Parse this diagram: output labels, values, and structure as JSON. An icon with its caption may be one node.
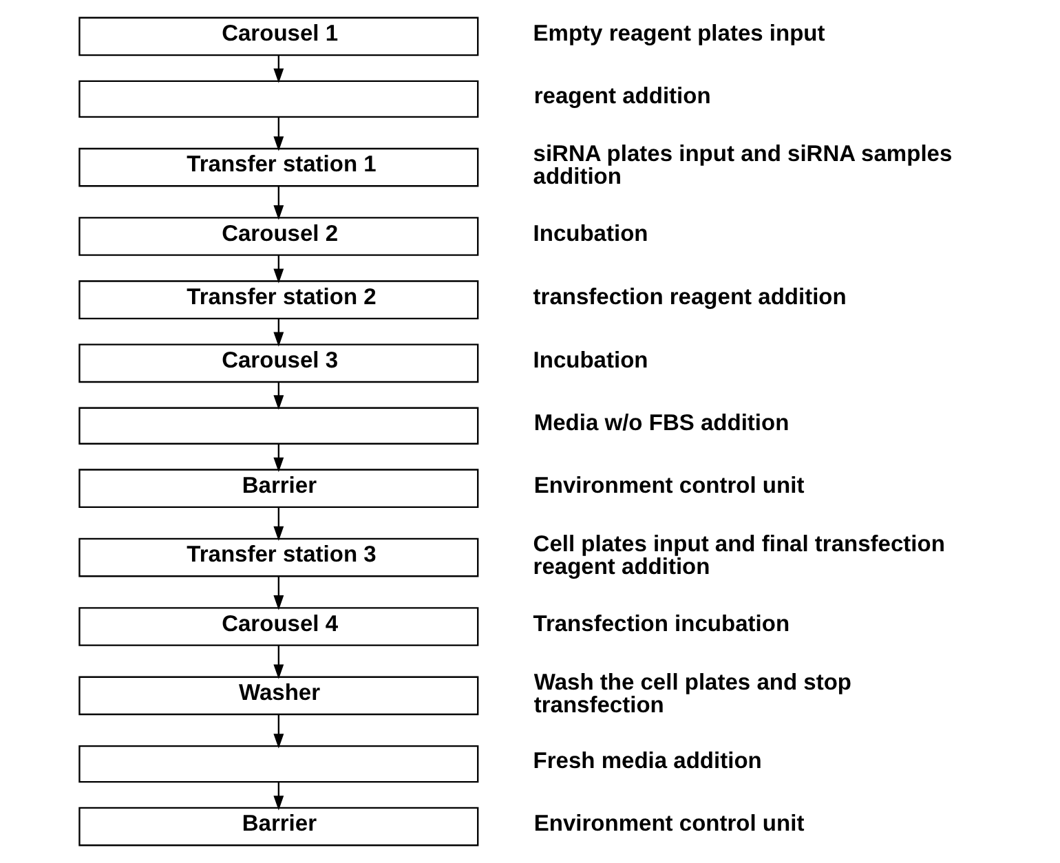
{
  "diagram": {
    "nodes": [
      {
        "text": [
          "Carousel 1"
        ],
        "beside": [
          "Empty reagent plates input"
        ]
      },
      {
        "text": [],
        "shape": "box",
        "beside": [
          "reagent addition"
        ]
      },
      {
        "text": [
          "Transfer station 1"
        ],
        "beside": [
          "siRNA plates input and siRNA samples addition"
        ]
      },
      {
        "text": [
          "Carousel 2"
        ],
        "beside": [
          "Incubation"
        ]
      },
      {
        "text": [
          "Transfer station 2"
        ],
        "beside": [
          "transfection reagent addition"
        ]
      },
      {
        "text": [
          "Carousel 3"
        ],
        "beside": [
          "Incubation"
        ]
      },
      {
        "text": [],
        "shape": "box",
        "beside": [
          "Media w/o FBS addition"
        ]
      },
      {
        "text": [
          "Barrier"
        ],
        "beside": [
          "Environment control unit"
        ]
      },
      {
        "text": [
          "Transfer station 3"
        ],
        "beside": [
          "Cell plates input and final transfection reagent addition"
        ]
      },
      {
        "text": [
          "Carousel 4"
        ],
        "beside": [
          "Transfection incubation"
        ]
      },
      {
        "text": [
          "Washer"
        ],
        "beside": [
          "Wash the cell plates and stop transfection"
        ]
      },
      {
        "text": [],
        "shape": "box",
        "beside": [
          "Fresh media addition"
        ]
      },
      {
        "text": [
          "Barrier"
        ],
        "beside": [
          "Environment control unit"
        ]
      }
    ],
    "edges": [
      {
        "from": 0,
        "to": 1,
        "arrow": "to"
      },
      {
        "from": 1,
        "to": 2,
        "arrow": "to"
      },
      {
        "from": 2,
        "to": 3,
        "arrow": "to"
      },
      {
        "from": 3,
        "to": 4,
        "arrow": "to"
      },
      {
        "from": 4,
        "to": 5,
        "arrow": "to"
      },
      {
        "from": 5,
        "to": 6,
        "arrow": "to"
      },
      {
        "from": 6,
        "to": 7,
        "arrow": "to"
      },
      {
        "from": 7,
        "to": 8,
        "arrow": "to"
      },
      {
        "from": 8,
        "to": 9,
        "arrow": "to"
      },
      {
        "from": 9,
        "to": 10,
        "arrow": "to"
      },
      {
        "from": 10,
        "to": 11,
        "arrow": "to"
      },
      {
        "from": 11,
        "to": 12,
        "arrow": "to"
      }
    ]
  }
}
